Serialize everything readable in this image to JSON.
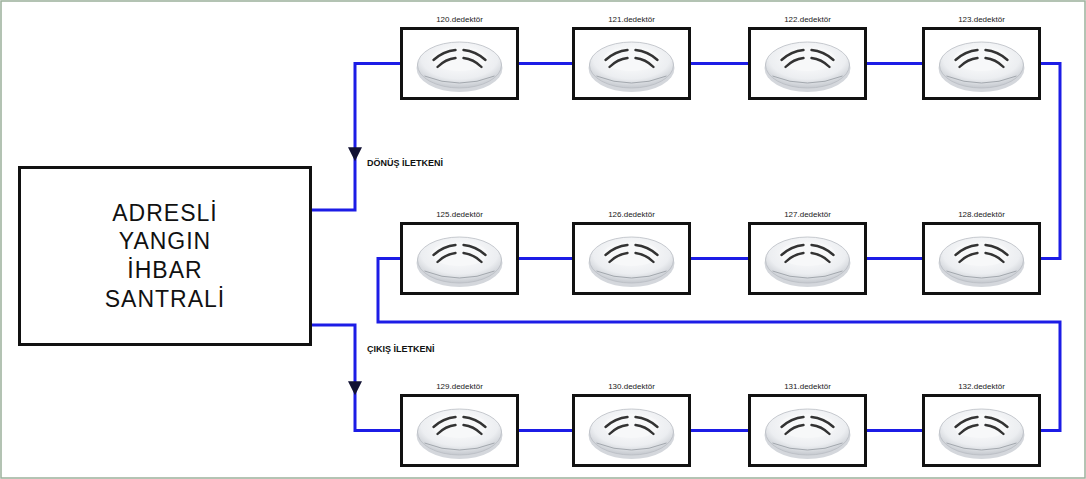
{
  "diagram": {
    "nodes": [
      {
        "text": [
          "ADRESLİ YANGIN İHBAR SANTRALİ"
        ]
      },
      {
        "text": [
          "120.dedektör"
        ]
      },
      {
        "text": [
          "121.dedektör"
        ]
      },
      {
        "text": [
          "122.dedektör"
        ]
      },
      {
        "text": [
          "123.dedektör"
        ]
      },
      {
        "text": [
          "125.dedektör"
        ]
      },
      {
        "text": [
          "126.dedektör"
        ]
      },
      {
        "text": [
          "127.dedektör"
        ]
      },
      {
        "text": [
          "128.dedektör"
        ]
      },
      {
        "text": [
          "129.dedektör"
        ]
      },
      {
        "text": [
          "130.dedektör"
        ]
      },
      {
        "text": [
          "131.dedektör"
        ]
      },
      {
        "text": [
          "132.dedektör"
        ]
      }
    ],
    "edges": [
      {
        "from": 0,
        "to": 9,
        "arrow": "to",
        "label": "ÇIKIŞ İLETKENİ"
      },
      {
        "from": 9,
        "to": 10,
        "arrow": "none"
      },
      {
        "from": 10,
        "to": 11,
        "arrow": "none"
      },
      {
        "from": 11,
        "to": 12,
        "arrow": "none"
      },
      {
        "from": 12,
        "to": 5,
        "arrow": "none"
      },
      {
        "from": 5,
        "to": 6,
        "arrow": "none"
      },
      {
        "from": 6,
        "to": 7,
        "arrow": "none"
      },
      {
        "from": 7,
        "to": 8,
        "arrow": "none"
      },
      {
        "from": 8,
        "to": 4,
        "arrow": "none"
      },
      {
        "from": 4,
        "to": 3,
        "arrow": "none"
      },
      {
        "from": 3,
        "to": 2,
        "arrow": "none"
      },
      {
        "from": 2,
        "to": 1,
        "arrow": "none"
      },
      {
        "from": 1,
        "to": 0,
        "arrow": "to",
        "label": "DÖNÜŞ İLETKENİ"
      }
    ]
  }
}
